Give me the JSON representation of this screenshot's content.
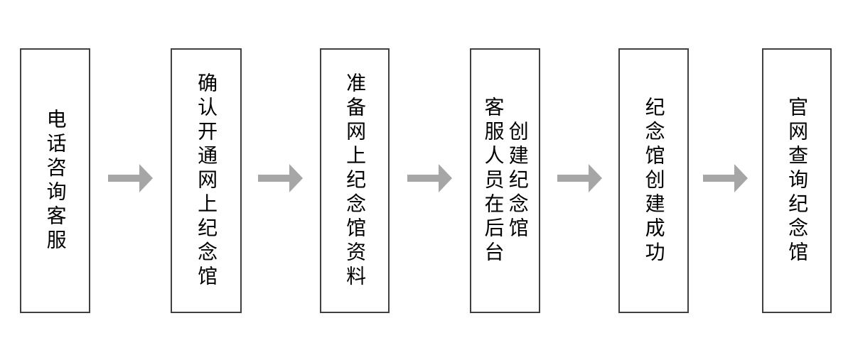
{
  "flow": {
    "type": "flowchart",
    "direction": "left-to-right",
    "steps": [
      {
        "columns": [
          "电话咨询客服"
        ]
      },
      {
        "columns": [
          "确认开通网上纪念馆"
        ]
      },
      {
        "columns": [
          "准备网上纪念馆资料"
        ]
      },
      {
        "columns": [
          "客服人员在后台",
          "创建纪念馆"
        ]
      },
      {
        "columns": [
          "纪念馆创建成功"
        ]
      },
      {
        "columns": [
          "官网查询纪念馆"
        ]
      }
    ],
    "connector": "right-arrow",
    "colors": {
      "background": "#ffffff",
      "box_border": "#404040",
      "text": "#000000",
      "arrow": "#a6a6a6"
    }
  }
}
